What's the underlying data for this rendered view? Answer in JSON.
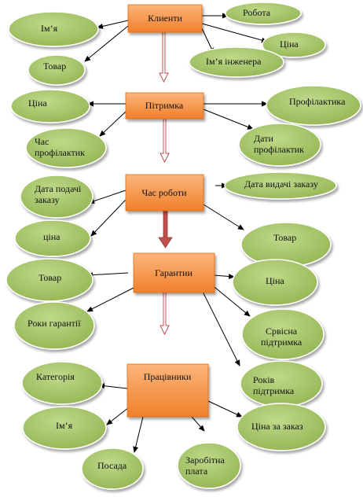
{
  "entities": {
    "klienty": "Клиенти",
    "pidtrymka": "Пітримка",
    "chas_roboty": "Час роботи",
    "harantii": "Гарантии",
    "pratsivnyky": "Працівники"
  },
  "attributes": {
    "klienty_imya": "Ім’я",
    "klienty_tovar": "Товар",
    "klienty_robota": "Робота",
    "klienty_tsina": "Ціна",
    "klienty_imya_inzhenera": "Ім’я інженера",
    "pidtrymka_tsina": "Ціна",
    "pidtrymka_chas_1": "Час",
    "pidtrymka_chas_2": "профілактик",
    "pidtrymka_profilaktyka": "Профілактика",
    "pidtrymka_daty_1": "Дати",
    "pidtrymka_daty_2": "профілактик",
    "chas_data_podachi_1": "Дата подачі",
    "chas_data_podachi_2": "заказу",
    "chas_data_vydachi": "Дата видачі заказу",
    "chas_tsina": "ціна",
    "chas_tovar": "Товар",
    "har_tovar": "Товар",
    "har_roky": "Роки гарантії",
    "har_tsina": "Ціна",
    "har_servisna_1": "Срвісна",
    "har_servisna_2": "підтримка",
    "har_rokiv_1": "Років",
    "har_rokiv_2": "підтримка",
    "pr_katehoriia": "Категорія",
    "pr_imya": "Ім’я",
    "pr_posada": "Посада",
    "pr_zarobitna_1": "Заробітна",
    "pr_zarobitna_2": "плата",
    "pr_tsina_za_zakaz": "Ціна за заказ"
  },
  "colors": {
    "entity_fill": "#f79646",
    "attribute_fill": "#9bbb59",
    "connector_arrow": "#c0504d"
  }
}
